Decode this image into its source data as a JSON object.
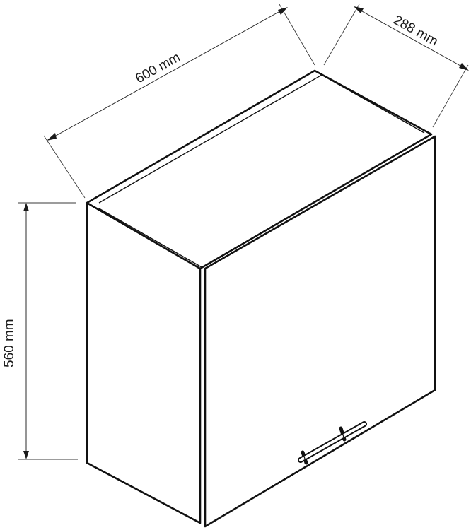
{
  "dimensions": {
    "width_label": "600 mm",
    "depth_label": "288 mm",
    "height_label": "560 mm"
  },
  "cabinet": {
    "width_mm": 600,
    "depth_mm": 288,
    "height_mm": 560,
    "handle": "bar-handle"
  },
  "colors": {
    "line": "#111111",
    "background": "#ffffff"
  }
}
